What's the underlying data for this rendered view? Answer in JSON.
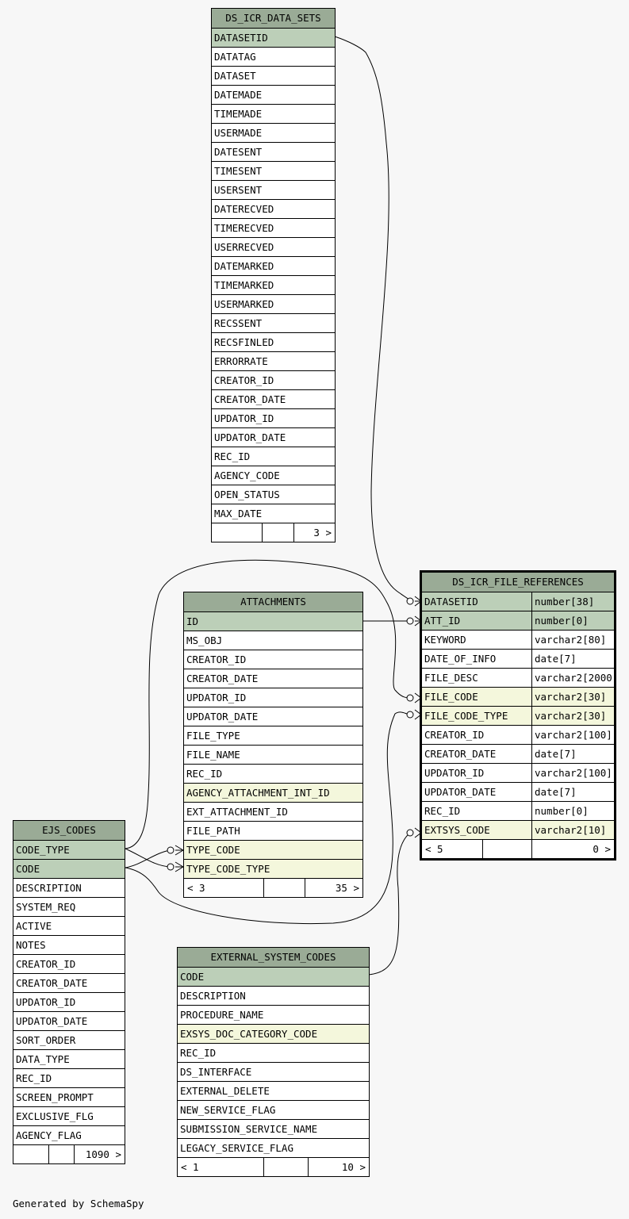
{
  "tables": [
    {
      "key": "ds_icr_data_sets",
      "name": "DS_ICR_DATA_SETS",
      "columns": [
        {
          "name": "DATASETID",
          "kind": "pk"
        },
        {
          "name": "DATATAG"
        },
        {
          "name": "DATASET"
        },
        {
          "name": "DATEMADE"
        },
        {
          "name": "TIMEMADE"
        },
        {
          "name": "USERMADE"
        },
        {
          "name": "DATESENT"
        },
        {
          "name": "TIMESENT"
        },
        {
          "name": "USERSENT"
        },
        {
          "name": "DATERECVED"
        },
        {
          "name": "TIMERECVED"
        },
        {
          "name": "USERRECVED"
        },
        {
          "name": "DATEMARKED"
        },
        {
          "name": "TIMEMARKED"
        },
        {
          "name": "USERMARKED"
        },
        {
          "name": "RECSSENT"
        },
        {
          "name": "RECSFINLED"
        },
        {
          "name": "ERRORRATE"
        },
        {
          "name": "CREATOR_ID"
        },
        {
          "name": "CREATOR_DATE"
        },
        {
          "name": "UPDATOR_ID"
        },
        {
          "name": "UPDATOR_DATE"
        },
        {
          "name": "REC_ID"
        },
        {
          "name": "AGENCY_CODE"
        },
        {
          "name": "OPEN_STATUS"
        },
        {
          "name": "MAX_DATE"
        }
      ],
      "footer": {
        "left": "",
        "right": "3 >"
      }
    },
    {
      "key": "attachments",
      "name": "ATTACHMENTS",
      "columns": [
        {
          "name": "ID",
          "kind": "pk"
        },
        {
          "name": "MS_OBJ"
        },
        {
          "name": "CREATOR_ID"
        },
        {
          "name": "CREATOR_DATE"
        },
        {
          "name": "UPDATOR_ID"
        },
        {
          "name": "UPDATOR_DATE"
        },
        {
          "name": "FILE_TYPE"
        },
        {
          "name": "FILE_NAME"
        },
        {
          "name": "REC_ID"
        },
        {
          "name": "AGENCY_ATTACHMENT_INT_ID",
          "kind": "fk"
        },
        {
          "name": "EXT_ATTACHMENT_ID"
        },
        {
          "name": "FILE_PATH"
        },
        {
          "name": "TYPE_CODE",
          "kind": "fk"
        },
        {
          "name": "TYPE_CODE_TYPE",
          "kind": "fk"
        }
      ],
      "footer": {
        "left": "< 3",
        "right": "35 >"
      }
    },
    {
      "key": "ds_icr_file_references",
      "name": "DS_ICR_FILE_REFERENCES",
      "focus": true,
      "columns": [
        {
          "name": "DATASETID",
          "type": "number[38]",
          "kind": "pk"
        },
        {
          "name": "ATT_ID",
          "type": "number[0]",
          "kind": "pk"
        },
        {
          "name": "KEYWORD",
          "type": "varchar2[80]"
        },
        {
          "name": "DATE_OF_INFO",
          "type": "date[7]"
        },
        {
          "name": "FILE_DESC",
          "type": "varchar2[2000]"
        },
        {
          "name": "FILE_CODE",
          "type": "varchar2[30]",
          "kind": "fk"
        },
        {
          "name": "FILE_CODE_TYPE",
          "type": "varchar2[30]",
          "kind": "fk"
        },
        {
          "name": "CREATOR_ID",
          "type": "varchar2[100]"
        },
        {
          "name": "CREATOR_DATE",
          "type": "date[7]"
        },
        {
          "name": "UPDATOR_ID",
          "type": "varchar2[100]"
        },
        {
          "name": "UPDATOR_DATE",
          "type": "date[7]"
        },
        {
          "name": "REC_ID",
          "type": "number[0]"
        },
        {
          "name": "EXTSYS_CODE",
          "type": "varchar2[10]",
          "kind": "fk"
        }
      ],
      "footer": {
        "left": "< 5",
        "right": "0 >"
      }
    },
    {
      "key": "ejs_codes",
      "name": "EJS_CODES",
      "columns": [
        {
          "name": "CODE_TYPE",
          "kind": "pk"
        },
        {
          "name": "CODE",
          "kind": "pk"
        },
        {
          "name": "DESCRIPTION"
        },
        {
          "name": "SYSTEM_REQ"
        },
        {
          "name": "ACTIVE"
        },
        {
          "name": "NOTES"
        },
        {
          "name": "CREATOR_ID"
        },
        {
          "name": "CREATOR_DATE"
        },
        {
          "name": "UPDATOR_ID"
        },
        {
          "name": "UPDATOR_DATE"
        },
        {
          "name": "SORT_ORDER"
        },
        {
          "name": "DATA_TYPE"
        },
        {
          "name": "REC_ID"
        },
        {
          "name": "SCREEN_PROMPT"
        },
        {
          "name": "EXCLUSIVE_FLG"
        },
        {
          "name": "AGENCY_FLAG"
        }
      ],
      "footer": {
        "left": "",
        "right": "1090 >"
      }
    },
    {
      "key": "external_system_codes",
      "name": "EXTERNAL_SYSTEM_CODES",
      "columns": [
        {
          "name": "CODE",
          "kind": "pk"
        },
        {
          "name": "DESCRIPTION"
        },
        {
          "name": "PROCEDURE_NAME"
        },
        {
          "name": "EXSYS_DOC_CATEGORY_CODE",
          "kind": "fk"
        },
        {
          "name": "REC_ID"
        },
        {
          "name": "DS_INTERFACE"
        },
        {
          "name": "EXTERNAL_DELETE"
        },
        {
          "name": "NEW_SERVICE_FLAG"
        },
        {
          "name": "SUBMISSION_SERVICE_NAME"
        },
        {
          "name": "LEGACY_SERVICE_FLAG"
        }
      ],
      "footer": {
        "left": "< 1",
        "right": "10 >"
      }
    }
  ],
  "generated_by": "Generated by SchemaSpy"
}
